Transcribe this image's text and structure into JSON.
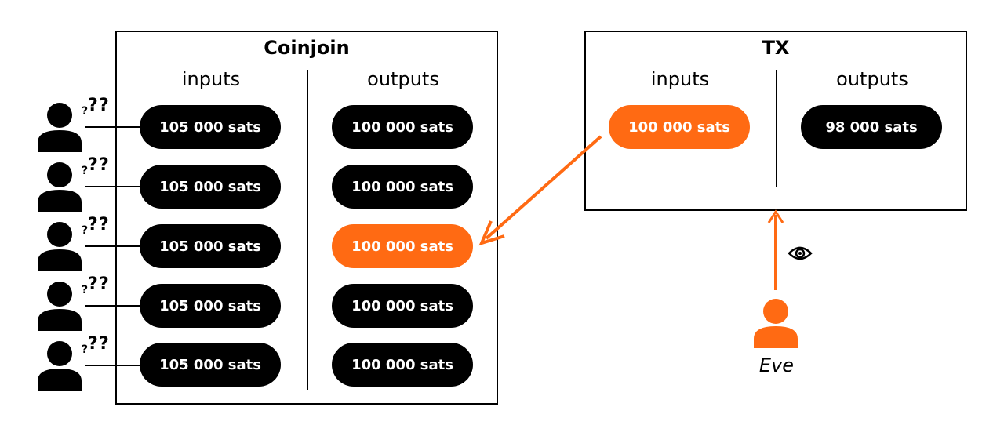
{
  "coinjoin": {
    "title": "Coinjoin",
    "inputs_label": "inputs",
    "outputs_label": "outputs",
    "inputs": [
      "105 000 sats",
      "105 000 sats",
      "105 000 sats",
      "105 000 sats",
      "105 000 sats"
    ],
    "outputs": [
      "100 000 sats",
      "100 000 sats",
      "100 000 sats",
      "100 000 sats",
      "100 000 sats"
    ],
    "highlighted_output_index": 2,
    "question_marks": "???"
  },
  "tx": {
    "title": "TX",
    "inputs_label": "inputs",
    "outputs_label": "outputs",
    "input": "100 000 sats",
    "output": "98 000 sats"
  },
  "observer": {
    "name": "Eve",
    "icon": "eye-icon"
  },
  "colors": {
    "accent": "#ff6a13",
    "pill": "#000000",
    "text_on_pill": "#ffffff"
  }
}
